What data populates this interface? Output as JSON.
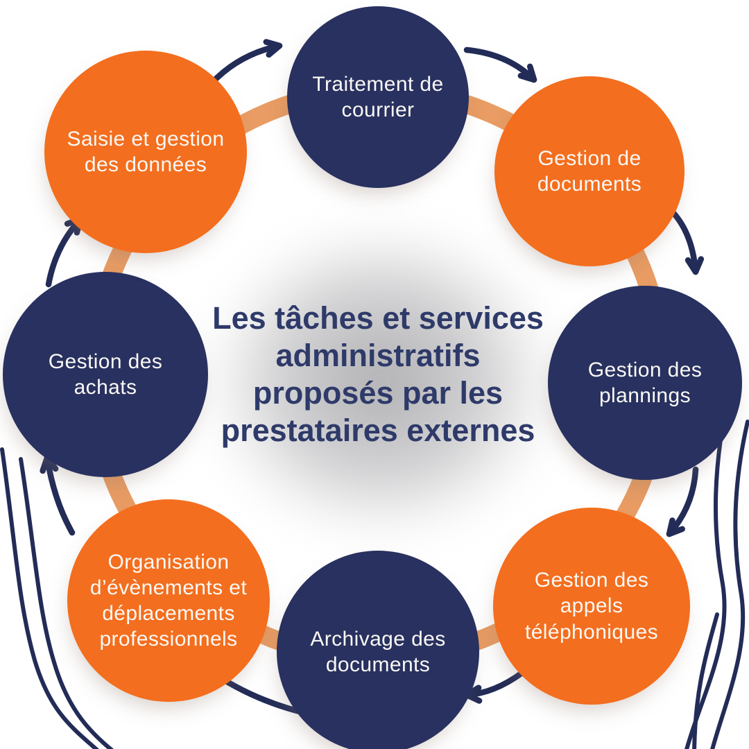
{
  "diagram": {
    "title": "Les tâches et services\nadministratifs\nproposés par les\nprestataires externes",
    "nodes": [
      {
        "label": "Traitement de\ncourrier",
        "color": "navy"
      },
      {
        "label": "Gestion de\ndocuments",
        "color": "orange"
      },
      {
        "label": "Gestion des\nplannings",
        "color": "navy"
      },
      {
        "label": "Gestion des\nappels\ntéléphoniques",
        "color": "orange"
      },
      {
        "label": "Archivage des\ndocuments",
        "color": "navy"
      },
      {
        "label": "Organisation\nd’évènements et\ndéplacements\nprofessionnels",
        "color": "orange"
      },
      {
        "label": "Gestion des\nachats",
        "color": "navy"
      },
      {
        "label": "Saisie et gestion\ndes données",
        "color": "orange"
      }
    ],
    "colors": {
      "navy": "#28315F",
      "orange": "#F36E1E",
      "ring": "#E99C63",
      "arrow": "#222C57",
      "title": "#2E3A69",
      "label_text": "#FAF8F5",
      "background": "#FFFFFF"
    }
  }
}
